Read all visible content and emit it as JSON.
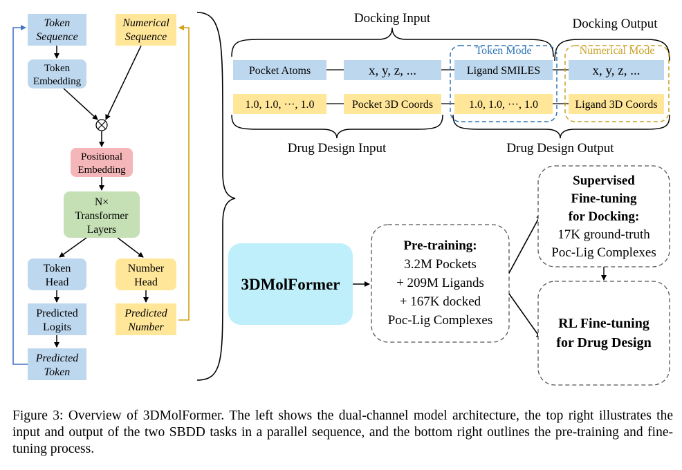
{
  "colors": {
    "blue_fill": "#bdd7ee",
    "yellow_fill": "#ffe699",
    "pink_fill": "#f4b6b8",
    "green_fill": "#c5e0b4",
    "cyan_fill": "#bfeffa",
    "token_mode": "#2e75b6",
    "numerical_mode": "#c9a227",
    "feedback_blue": "#4472c4",
    "feedback_gold": "#d4a017"
  },
  "architecture": {
    "token_sequence": [
      "Token",
      "Sequence"
    ],
    "numerical_sequence": [
      "Numerical",
      "Sequence"
    ],
    "token_embedding": [
      "Token",
      "Embedding"
    ],
    "combine_symbol": "⊗",
    "positional_embedding": [
      "Positional",
      "Embedding"
    ],
    "transformer": [
      "N×",
      "Transformer",
      "Layers"
    ],
    "token_head": [
      "Token",
      "Head"
    ],
    "number_head": [
      "Number",
      "Head"
    ],
    "predicted_logits": [
      "Predicted",
      "Logits"
    ],
    "predicted_number": [
      "Predicted",
      "Number"
    ],
    "predicted_token": [
      "Predicted",
      "Token"
    ]
  },
  "sequence": {
    "docking_input": "Docking Input",
    "docking_output": "Docking Output",
    "token_mode": "Token Mode",
    "numerical_mode": "Numerical Mode",
    "drug_design_input": "Drug Design Input",
    "drug_design_output": "Drug Design Output",
    "row1": [
      "Pocket Atoms",
      "x, y, z, ...",
      "Ligand SMILES",
      "x, y, z, ..."
    ],
    "row2": [
      "1.0, 1.0, ···, 1.0",
      "Pocket 3D Coords",
      "1.0, 1.0, ···, 1.0",
      "Ligand 3D Coords"
    ]
  },
  "process": {
    "model": "3DMolFormer",
    "pretraining": {
      "title": "Pre-training:",
      "lines": [
        "3.2M Pockets",
        "+ 209M Ligands",
        "+ 167K docked",
        "Poc-Lig Complexes"
      ]
    },
    "sft": {
      "title": [
        "Supervised",
        "Fine-tuning",
        "for Docking:"
      ],
      "lines": [
        "17K ground-truth",
        "Poc-Lig Complexes"
      ]
    },
    "rl": {
      "title": [
        "RL Fine-tuning",
        "for Drug Design"
      ]
    }
  },
  "caption": "Figure 3: Overview of 3DMolFormer. The left shows the dual-channel model architecture, the top right illustrates the input and output of the two SBDD tasks in a parallel sequence, and the bottom right outlines the pre-training and fine-tuning process."
}
